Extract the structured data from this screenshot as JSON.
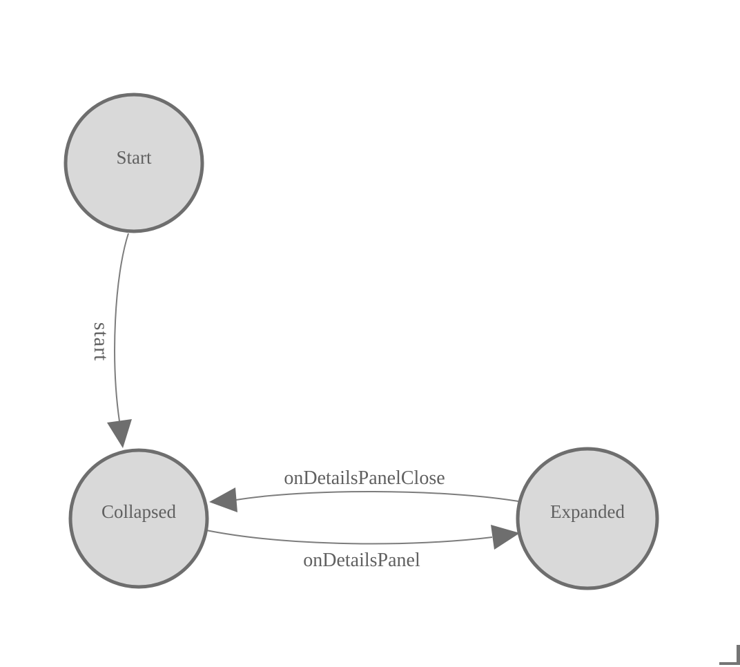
{
  "diagram": {
    "type": "state-machine",
    "nodes": [
      {
        "id": "start",
        "label": "Start"
      },
      {
        "id": "collapsed",
        "label": "Collapsed"
      },
      {
        "id": "expanded",
        "label": "Expanded"
      }
    ],
    "edges": [
      {
        "label": "start",
        "from": "Start",
        "to": "Collapsed"
      },
      {
        "label": "onDetailsPanel",
        "from": "Collapsed",
        "to": "Expanded"
      },
      {
        "label": "onDetailsPanelClose",
        "from": "Expanded",
        "to": "Collapsed"
      }
    ],
    "colors": {
      "background": "#ffffff",
      "node_fill": "#d9d9d9",
      "node_stroke": "#6e6e6e",
      "edge_stroke": "#7c7c7c",
      "arrow_fill": "#6e6e6e",
      "label_text": "#606060",
      "corner_mark": "#757575"
    }
  }
}
